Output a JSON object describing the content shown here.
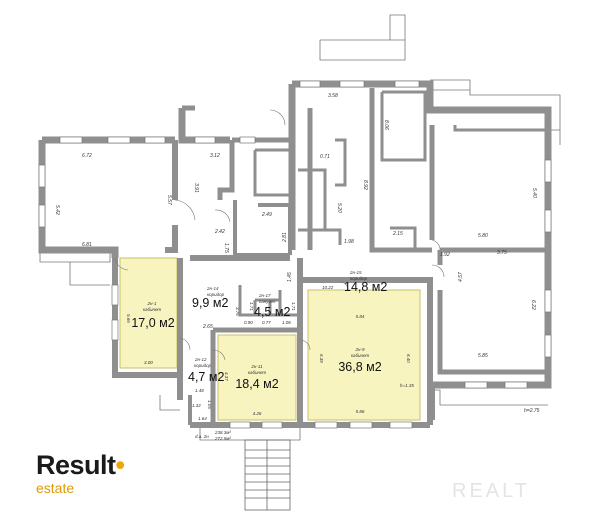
{
  "colors": {
    "wall": "#9e9e9e",
    "wall_dark": "#6f6f6f",
    "highlight": "#f8f4c0",
    "highlight_border": "#c9bf6a",
    "brand_accent": "#f0a500"
  },
  "brand": {
    "name_main": "Result",
    "name_sub": "estate"
  },
  "watermark": "REALT",
  "height_note": "h=2.75",
  "area_note": {
    "line1": "238.3м²",
    "line2": "272.5м²",
    "sign": "d.a. 2н"
  },
  "rooms": [
    {
      "id": "r1",
      "code": "2н-1",
      "type": "кабинет",
      "area": "17,0 м2",
      "dims": [
        "5.66",
        "3.00"
      ]
    },
    {
      "id": "r9",
      "code": "2н-9",
      "type": "кабинет",
      "area": "36,8 м2",
      "dims": [
        "5.84",
        "6.39",
        "6.40",
        "5.86"
      ],
      "note": "h=1.35"
    },
    {
      "id": "r11",
      "code": "2н-11",
      "type": "кабинет",
      "area": "18,4 м2",
      "dims": [
        "4.37",
        "4.26"
      ]
    },
    {
      "id": "r12",
      "code": "2н-12",
      "type": "коридор",
      "area": "4,7 м2"
    },
    {
      "id": "r14",
      "code": "2н-14",
      "type": "коридор",
      "area": "9,9 м2"
    },
    {
      "id": "r15",
      "code": "2н-15",
      "type": "коридор",
      "area": "14,8 м2"
    },
    {
      "id": "r17",
      "code": "2н-17",
      "type": "санузел",
      "area": "4,5 м2"
    }
  ],
  "dimensions": [
    {
      "id": "d-672",
      "text": "6.72"
    },
    {
      "id": "d-542",
      "text": "5.42"
    },
    {
      "id": "d-681",
      "text": "6.81"
    },
    {
      "id": "d-557",
      "text": "5.57"
    },
    {
      "id": "d-312",
      "text": "3.12"
    },
    {
      "id": "d-391",
      "text": "3.91"
    },
    {
      "id": "d-358",
      "text": "3.58"
    },
    {
      "id": "d-806",
      "text": "8.06"
    },
    {
      "id": "d-071",
      "text": "0.71"
    },
    {
      "id": "d-892",
      "text": "8.92"
    },
    {
      "id": "d-520",
      "text": "5.20"
    },
    {
      "id": "d-249",
      "text": "2.49"
    },
    {
      "id": "d-242",
      "text": "2.42"
    },
    {
      "id": "d-175",
      "text": "1.75"
    },
    {
      "id": "d-281",
      "text": "2.81"
    },
    {
      "id": "d-198",
      "text": "1.98"
    },
    {
      "id": "d-215",
      "text": "2.15"
    },
    {
      "id": "d-540",
      "text": "5.40"
    },
    {
      "id": "d-580",
      "text": "5.80"
    },
    {
      "id": "d-192",
      "text": "1.92"
    },
    {
      "id": "d-375",
      "text": "3.75"
    },
    {
      "id": "d-457",
      "text": "4.57"
    },
    {
      "id": "d-622",
      "text": "6.22"
    },
    {
      "id": "d-585",
      "text": "5.85"
    },
    {
      "id": "d-145",
      "text": "1.45"
    },
    {
      "id": "d-1022",
      "text": "10.22"
    },
    {
      "id": "d-376",
      "text": "3.76"
    },
    {
      "id": "d-171a",
      "text": "1.71"
    },
    {
      "id": "d-171b",
      "text": "1.71"
    },
    {
      "id": "d-090",
      "text": "0.90"
    },
    {
      "id": "d-077",
      "text": "0.77"
    },
    {
      "id": "d-106",
      "text": "1.06"
    },
    {
      "id": "d-265",
      "text": "2.65"
    },
    {
      "id": "d-148",
      "text": "1.48"
    },
    {
      "id": "d-105",
      "text": "1.05"
    },
    {
      "id": "d-132",
      "text": "1.32"
    },
    {
      "id": "d-164",
      "text": "1.64"
    },
    {
      "id": "d-300",
      "text": "3.00"
    }
  ]
}
